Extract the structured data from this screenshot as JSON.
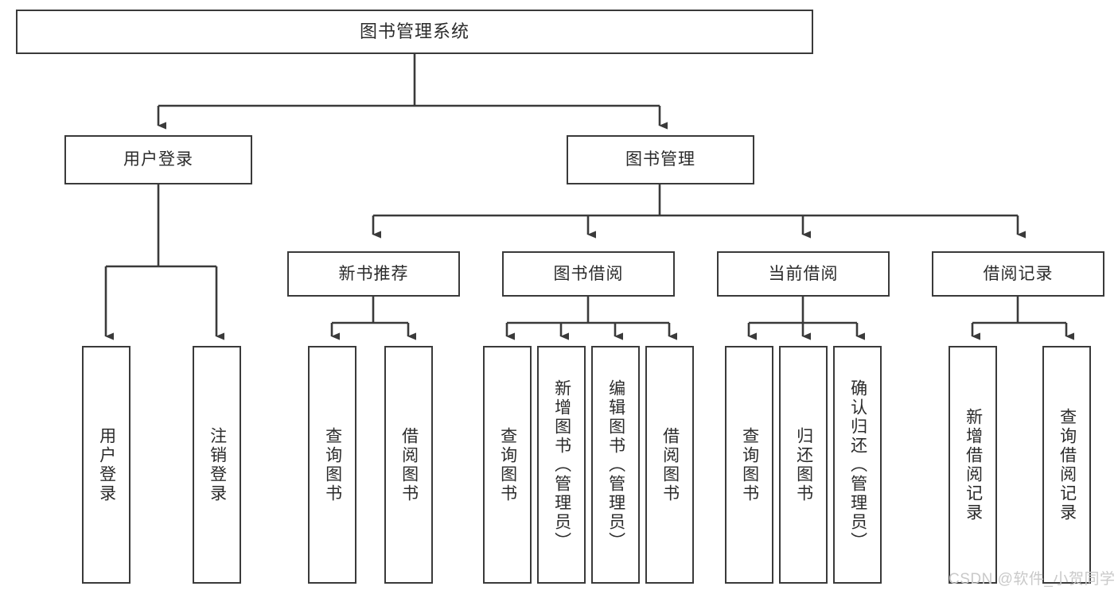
{
  "diagram": {
    "type": "tree-hierarchy",
    "title": "图书管理系统",
    "root": {
      "label": "图书管理系统"
    },
    "level2": [
      {
        "id": "user-login",
        "label": "用户登录"
      },
      {
        "id": "book-management",
        "label": "图书管理"
      }
    ],
    "level3": [
      {
        "id": "new-book-recommend",
        "label": "新书推荐",
        "parent": "book-management"
      },
      {
        "id": "book-borrow",
        "label": "图书借阅",
        "parent": "book-management"
      },
      {
        "id": "current-borrow",
        "label": "当前借阅",
        "parent": "book-management"
      },
      {
        "id": "borrow-record",
        "label": "借阅记录",
        "parent": "book-management"
      }
    ],
    "leaves": [
      {
        "id": "leaf-user-login",
        "label": "用户登录",
        "parent": "user-login"
      },
      {
        "id": "leaf-logout-login",
        "label": "注销登录",
        "parent": "user-login"
      },
      {
        "id": "leaf-query-book-1",
        "label": "查询图书",
        "parent": "new-book-recommend"
      },
      {
        "id": "leaf-borrow-book-1",
        "label": "借阅图书",
        "parent": "new-book-recommend"
      },
      {
        "id": "leaf-query-book-2",
        "label": "查询图书",
        "parent": "book-borrow"
      },
      {
        "id": "leaf-add-book",
        "label": "新增图书（管理员）",
        "parent": "book-borrow"
      },
      {
        "id": "leaf-edit-book",
        "label": "编辑图书（管理员）",
        "parent": "book-borrow"
      },
      {
        "id": "leaf-borrow-book-2",
        "label": "借阅图书",
        "parent": "book-borrow"
      },
      {
        "id": "leaf-query-book-3",
        "label": "查询图书",
        "parent": "current-borrow"
      },
      {
        "id": "leaf-return-book",
        "label": "归还图书",
        "parent": "current-borrow"
      },
      {
        "id": "leaf-confirm-return",
        "label": "确认归还（管理员）",
        "parent": "current-borrow"
      },
      {
        "id": "leaf-add-record",
        "label": "新增借阅记录",
        "parent": "borrow-record"
      },
      {
        "id": "leaf-query-record",
        "label": "查询借阅记录",
        "parent": "borrow-record"
      }
    ],
    "watermark": "CSDN @软件_小贺同学",
    "colors": {
      "stroke": "#3a3a3a",
      "text": "#2b2b2b",
      "background": "#ffffff",
      "watermark": "#c9c9c9"
    }
  }
}
